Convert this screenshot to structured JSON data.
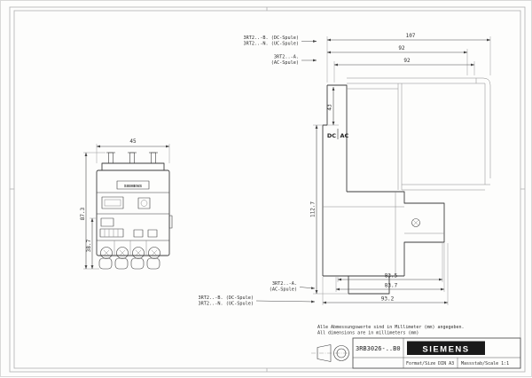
{
  "drawing": {
    "front_view": {
      "brand": "SIEMENS",
      "dims": {
        "width": "45",
        "height": "87.3",
        "lower_height": "38.7"
      }
    },
    "side_view": {
      "coil_dc": "DC",
      "coil_ac": "AC",
      "dims": {
        "overall_depth": "107",
        "depth_dc_coil": "92",
        "depth_ac_coil": "92",
        "top_height": "43",
        "overall_height": "112.7",
        "bottom_depth_1": "83.5",
        "bottom_depth_2": "83.7",
        "bottom_depth_3": "93.2"
      }
    },
    "callouts": {
      "top_dc": "3RT2..-B. (DC-Spule)",
      "top_uc": "3RT2..-N. (UC-Spule)",
      "top_ac_line1": "3RT2..-A.",
      "top_ac_line2": "(AC-Spule)",
      "bottom_ac_line1": "3RT2..-A.",
      "bottom_ac_line2": "(AC-Spule)",
      "bottom_dc": "3RT2..-B. (DC-Spule)",
      "bottom_uc": "3RT2..-N. (UC-Spule)"
    },
    "notes": {
      "line1": "Alle Abmessungswerte sind in Millimeter (mm) angegeben.",
      "line2": "All dimensions are in millimeters (mm)"
    },
    "title_block": {
      "part_number": "3RB3026-..B0",
      "brand": "SIEMENS",
      "format": "Format/Size DIN A3",
      "scale": "Massstab/Scale 1:1"
    }
  }
}
